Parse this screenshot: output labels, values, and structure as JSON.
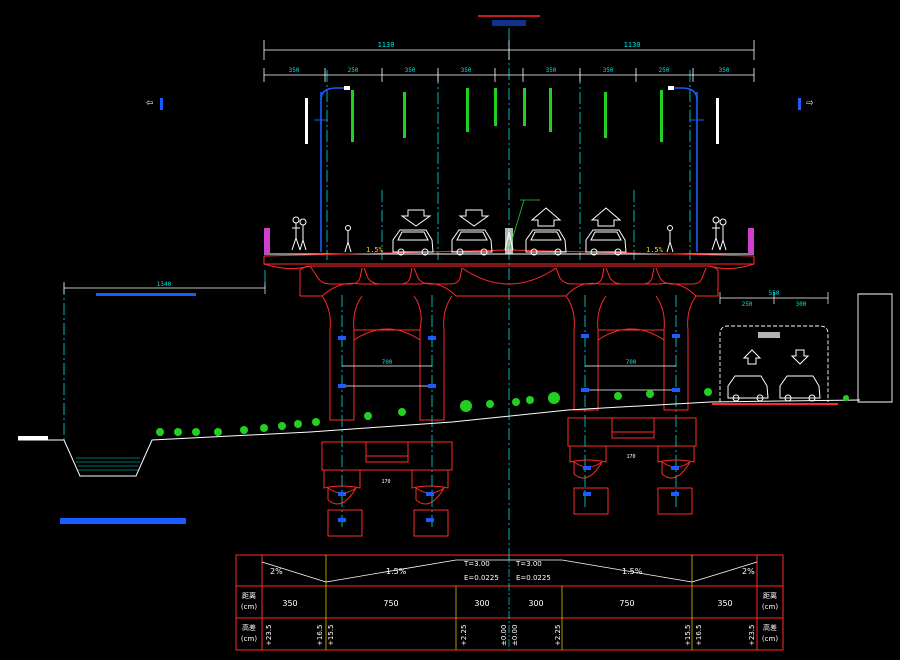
{
  "diagram": {
    "title": "",
    "colors": {
      "bg": "#000000",
      "dim": "#ffffff",
      "red": "#ff2a2a",
      "green": "#21d021",
      "cyan": "#00e0e0",
      "blue": "#1a5cff",
      "yellow": "#ffd000",
      "white": "#ffffff",
      "magenta": "#d040d0"
    },
    "left_arrow_glyph": "⇦",
    "right_arrow_glyph": "⇨",
    "right_building_label": "",
    "top_dims": {
      "total_left": "1130",
      "total_right": "1130",
      "segments": [
        "350",
        "250",
        "350",
        "350",
        "350",
        "350",
        "250",
        "350"
      ]
    },
    "slope_labels": {
      "left": "1.5%",
      "right": "1.5%"
    },
    "pier_dims": {
      "left_inner": "700",
      "right_inner": "700",
      "foot_left": "170",
      "foot_right": "170"
    },
    "underpass_dims": {
      "total": "550",
      "a": "250",
      "b": "300"
    },
    "channel_dim": "1340"
  },
  "table": {
    "slopes": [
      "2%",
      "1.5%",
      "1.5%",
      "2%"
    ],
    "curve_left": {
      "t": "T=3.00",
      "e": "E=0.0225"
    },
    "curve_right": {
      "t": "T=3.00",
      "e": "E=0.0225"
    },
    "row1_label_left_a": "距离",
    "row1_label_left_b": "(cm)",
    "row1_label_right_a": "距离",
    "row1_label_right_b": "(cm)",
    "distances": [
      "350",
      "750",
      "300",
      "300",
      "750",
      "350"
    ],
    "row2_label_left": "高差",
    "row2_label_left_b": "(cm)",
    "row2_label_right": "高差",
    "row2_label_right_b": "(cm)",
    "heights": [
      "+23.5",
      "+16.5",
      "+15.5",
      "+2.25",
      "±0.00",
      "±0.00",
      "+2.25",
      "+15.5",
      "+16.5",
      "+23.5"
    ]
  }
}
